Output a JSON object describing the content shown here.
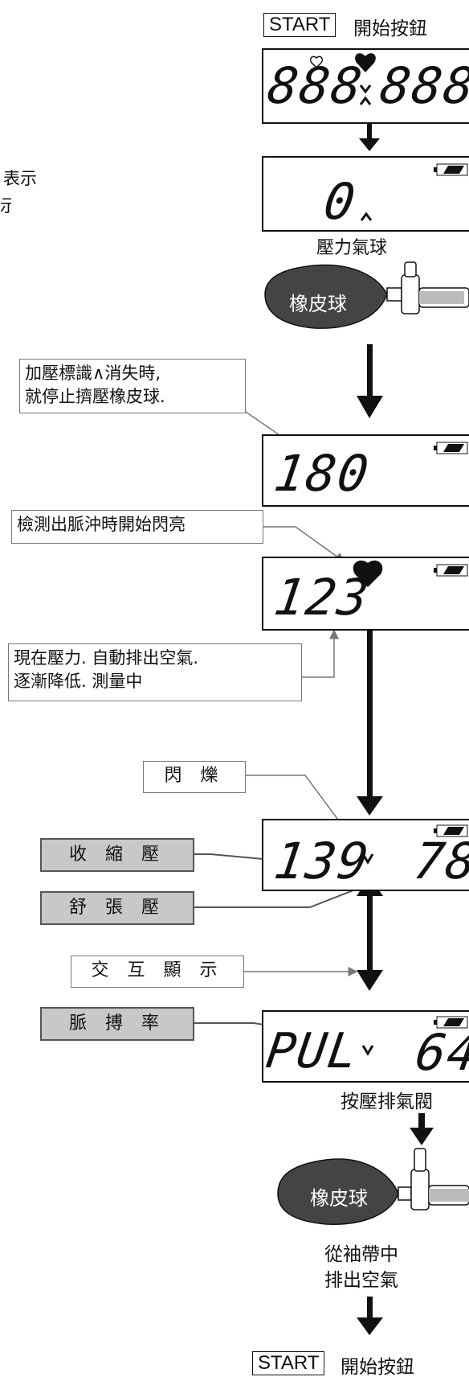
{
  "start_top": {
    "button": "START",
    "text": "開始按鈕"
  },
  "display_all": {
    "left": "888",
    "right": "888"
  },
  "left_partial": {
    "line1": "表示",
    "line2": "示"
  },
  "display_zero": {
    "value": "0"
  },
  "label_pressure_bulb": "壓力氣球",
  "bulb_top": {
    "text": "橡皮球"
  },
  "callout_stop": {
    "line1": "加壓標識∧消失時,",
    "line2": "就停止擠壓橡皮球."
  },
  "display_180": {
    "value": "180"
  },
  "callout_pulse": {
    "text": "檢測出脈沖時開始閃亮"
  },
  "display_123": {
    "value": "123"
  },
  "callout_current": {
    "line1": "現在壓力. 自動排出空氣.",
    "line2": "逐漸降低. 測量中"
  },
  "flash_label": "閃 爍",
  "systolic_label": "收 縮 壓",
  "diastolic_label": "舒 張 壓",
  "display_bp": {
    "sys": "139",
    "dia": "78"
  },
  "alternate_label": "交 互 顯 示",
  "pulse_rate_label": "脈 搏 率",
  "display_pulse": {
    "left": "PUL",
    "right": "64"
  },
  "label_valve": "按壓排氣閥",
  "bulb_bottom": {
    "text": "橡皮球"
  },
  "label_exhaust": {
    "line1": "從袖帶中",
    "line2": "排出空氣"
  },
  "start_bottom": {
    "button": "START",
    "text": "開始按鈕"
  }
}
